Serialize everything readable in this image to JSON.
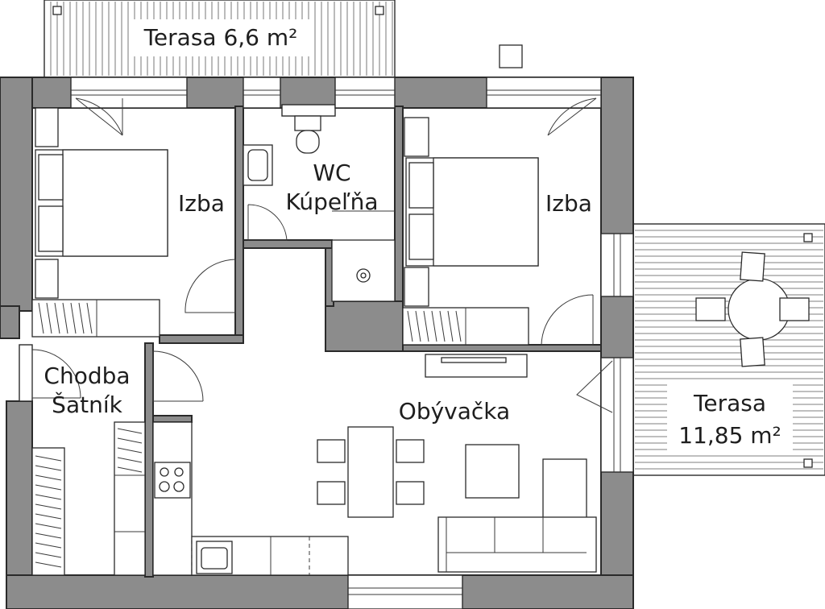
{
  "labels": {
    "terrace_top": "Terasa 6,6 m²",
    "room_left": "Izba",
    "bath_line1": "WC",
    "bath_line2": "Kúpeľňa",
    "room_right": "Izba",
    "hall_line1": "Chodba",
    "hall_line2": "Šatník",
    "living": "Obývačka",
    "terrace_right_line1": "Terasa",
    "terrace_right_line2": "11,85 m²"
  },
  "colors": {
    "wall": "#8c8c8c",
    "line": "#2a2a2a",
    "background": "#ffffff"
  }
}
